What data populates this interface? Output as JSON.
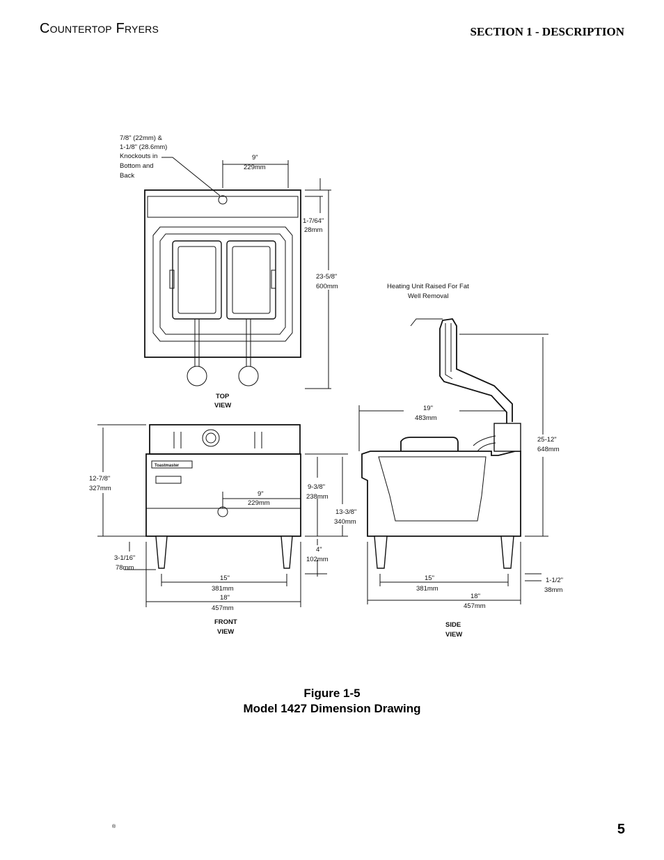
{
  "header": {
    "left": "Countertop Fryers",
    "right": "SECTION 1 - DESCRIPTION"
  },
  "drawing": {
    "knockouts": [
      "7/8\" (22mm) &",
      "1-1/8\" (28.6mm)",
      "Knockouts in",
      "Bottom and",
      "Back"
    ],
    "top_9": [
      "9\"",
      "229mm"
    ],
    "top_1764": [
      "1-7/64\"",
      "28mm"
    ],
    "top_2358": [
      "23-5/8\"",
      "600mm"
    ],
    "top_view": [
      "TOP",
      "VIEW"
    ],
    "heating": [
      "Heating Unit Raised For Fat",
      "Well Removal"
    ],
    "side_19": [
      "19\"",
      "483mm"
    ],
    "side_2512": [
      "25-12\"",
      "648mm"
    ],
    "front_1278": [
      "12-7/8\"",
      "327mm"
    ],
    "front_9": [
      "9\"",
      "229mm"
    ],
    "front_938": [
      "9-3/8\"",
      "238mm"
    ],
    "front_1338": [
      "13-3/8\"",
      "340mm"
    ],
    "front_4": [
      "4\"",
      "102mm"
    ],
    "front_3116": [
      "3-1/16\"",
      "78mm"
    ],
    "front_15": [
      "15\"",
      "381mm"
    ],
    "front_18": [
      "18\"",
      "457mm"
    ],
    "front_view": [
      "FRONT",
      "VIEW"
    ],
    "side_15": [
      "15\"",
      "381mm"
    ],
    "side_18": [
      "18\"",
      "457mm"
    ],
    "side_112": [
      "1-1/2\"",
      "38mm"
    ],
    "side_view": [
      "SIDE",
      "VIEW"
    ],
    "nameplate": "Toastmaster"
  },
  "caption": {
    "line1": "Figure 1-5",
    "line2": "Model 1427 Dimension Drawing"
  },
  "footer": {
    "registered": "®",
    "page_number": "5"
  }
}
